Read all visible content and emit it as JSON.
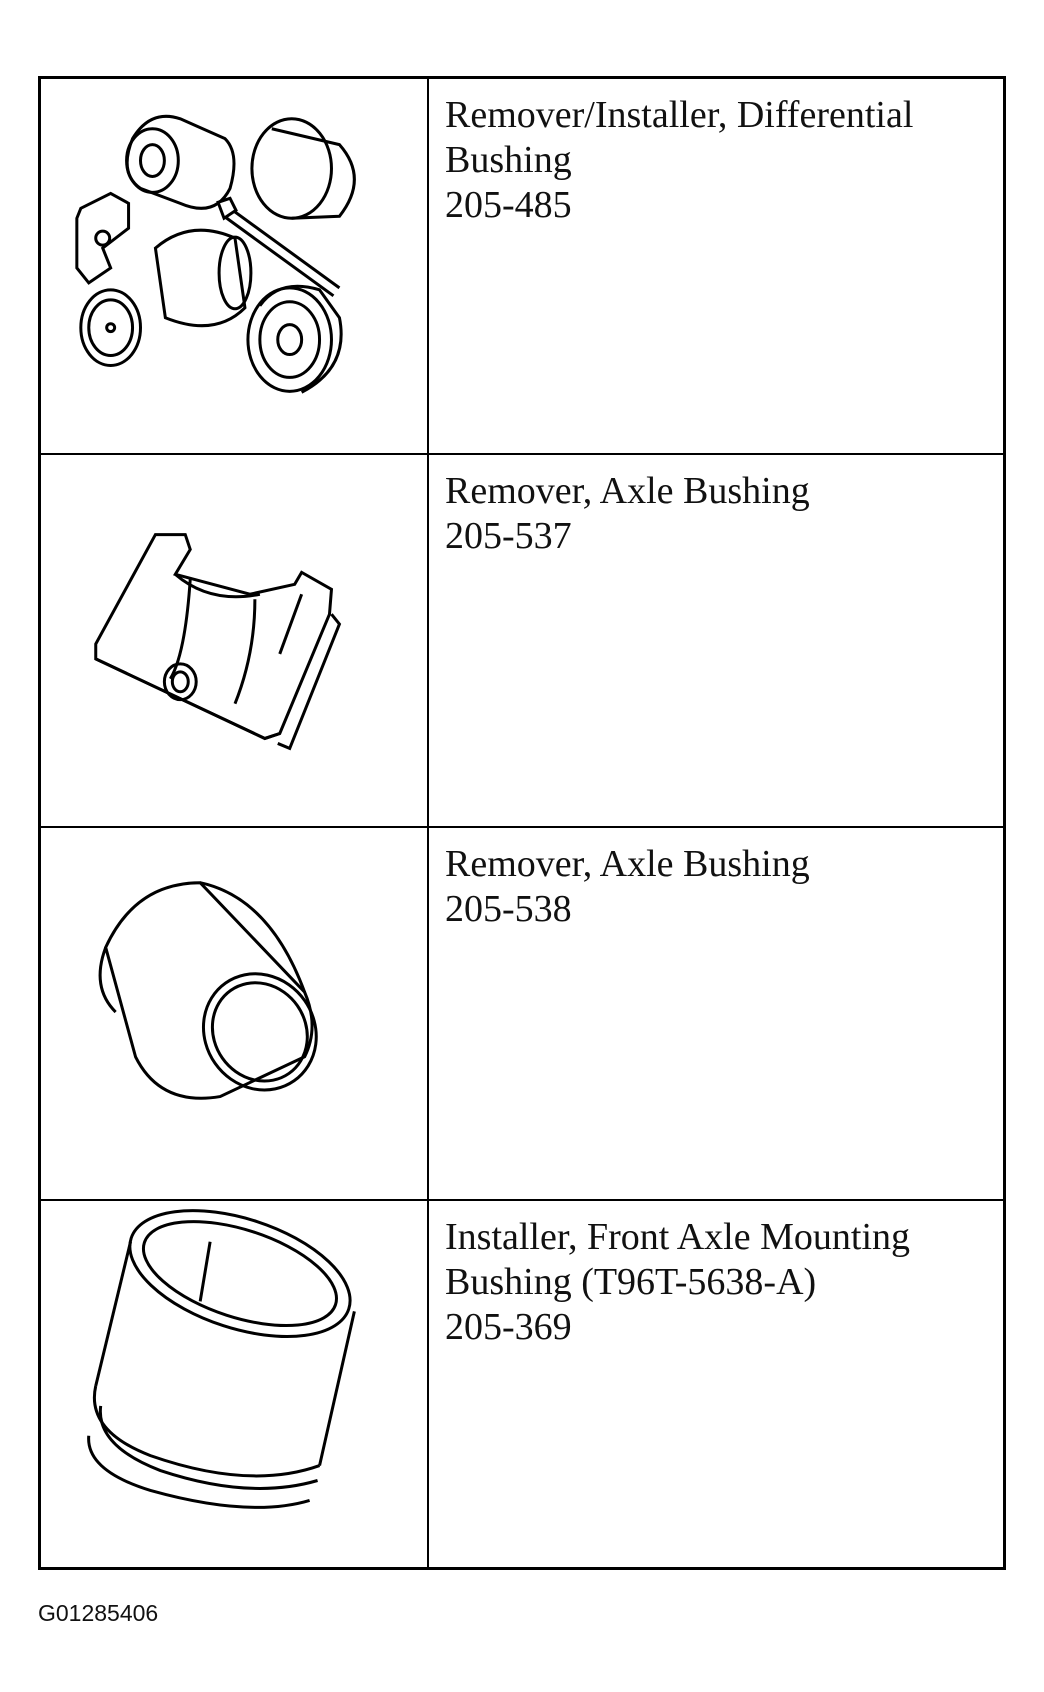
{
  "tools": [
    {
      "name_line1": "Remover/Installer, Differential",
      "name_line2": "Bushing",
      "number": "205-485",
      "icon": "differential-bushing-kit-icon"
    },
    {
      "name_line1": "Remover, Axle Bushing",
      "name_line2": "",
      "number": "205-537",
      "icon": "axle-bushing-remover-bracket-icon"
    },
    {
      "name_line1": "Remover, Axle Bushing",
      "name_line2": "",
      "number": "205-538",
      "icon": "axle-bushing-remover-sleeve-icon"
    },
    {
      "name_line1": "Installer, Front Axle Mounting",
      "name_line2": "Bushing (T96T-5638-A)",
      "number": "205-369",
      "icon": "front-axle-bushing-installer-icon"
    }
  ],
  "figure_code": "G01285406"
}
